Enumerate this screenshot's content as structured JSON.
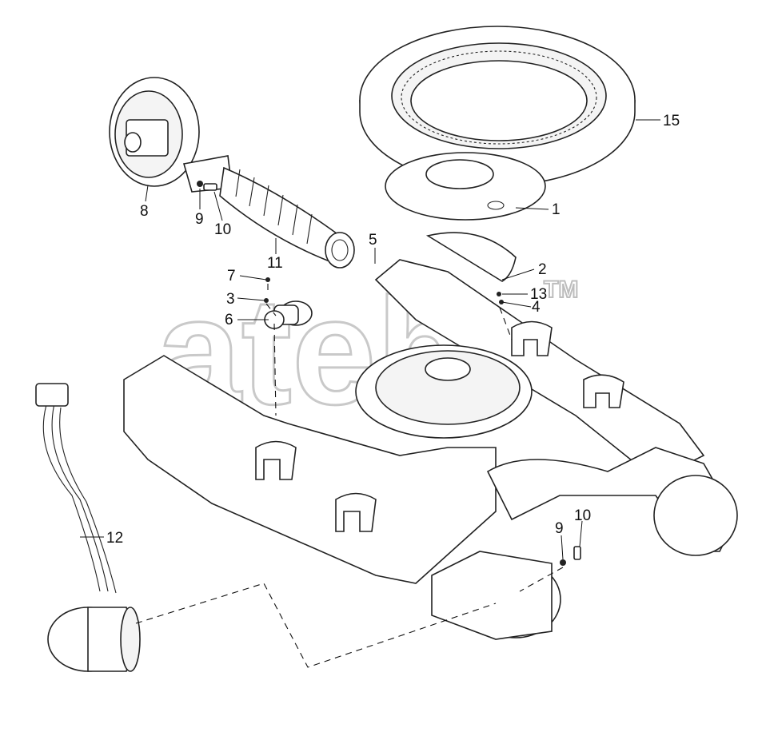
{
  "diagram": {
    "callouts": [
      {
        "id": "c1",
        "label": "1"
      },
      {
        "id": "c2",
        "label": "2"
      },
      {
        "id": "c3",
        "label": "3"
      },
      {
        "id": "c4",
        "label": "4"
      },
      {
        "id": "c5",
        "label": "5"
      },
      {
        "id": "c6",
        "label": "6"
      },
      {
        "id": "c7",
        "label": "7"
      },
      {
        "id": "c8",
        "label": "8"
      },
      {
        "id": "c9a",
        "label": "9"
      },
      {
        "id": "c10a",
        "label": "10"
      },
      {
        "id": "c11",
        "label": "11"
      },
      {
        "id": "c12",
        "label": "12"
      },
      {
        "id": "c13",
        "label": "13"
      },
      {
        "id": "c9b",
        "label": "9"
      },
      {
        "id": "c10b",
        "label": "10"
      },
      {
        "id": "c15",
        "label": "15"
      }
    ],
    "watermark": {
      "text": "ateb",
      "trademark": "TM"
    }
  }
}
